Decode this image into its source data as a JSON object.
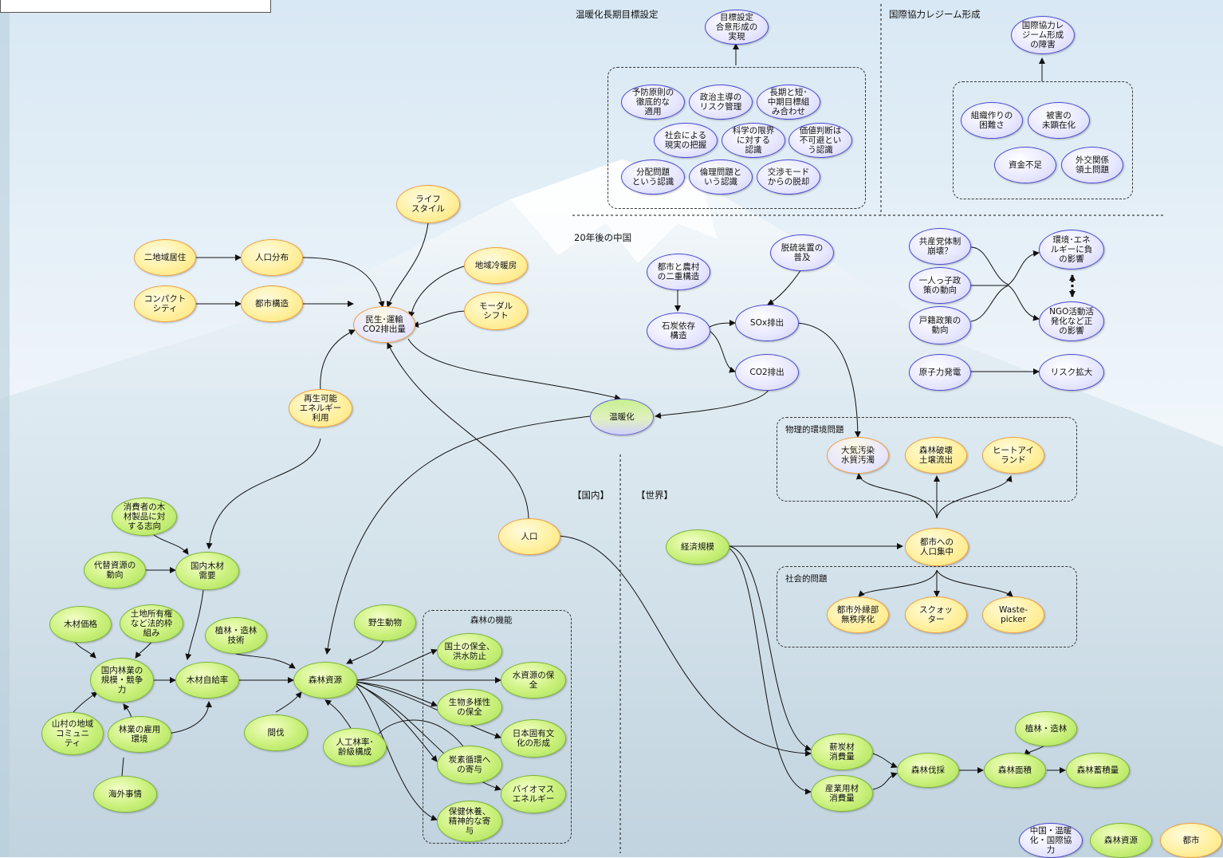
{
  "sections": {
    "global_warming_target": "温暖化長期目標設定",
    "intl_regime": "国際協力レジーム形成",
    "china_20y": "20年後の中国",
    "physical_problems": "物理的環境問題",
    "social_problems": "社会的問題",
    "forest_functions": "森林の機能",
    "domestic": "【国内】",
    "world": "【世界】"
  },
  "nodes": {
    "goal_consensus": "目標設定\n合意形成の\n実現",
    "precaution": "予防原則の\n徹底的な\n適用",
    "political_risk": "政治主導の\nリスク管理",
    "long_short": "長期と短･\n中期目標組\nみ合わせ",
    "society_grasp": "社会による\n現実の把握",
    "science_limit": "科学の限界\nに対する\n認識",
    "value_judgment": "価値判断は\n不可避とい\nう認識",
    "distribution": "分配問題\nという認識",
    "ethics": "倫理問題と\nいう認識",
    "negotiation": "交渉モード\nからの脱却",
    "regime_obstacle": "国際協力レ\nジーム形成\nの障害",
    "org_difficulty": "組織作りの\n困難さ",
    "damage_latent": "被害の\n未顕在化",
    "fund_shortage": "資金不足",
    "diplomacy": "外交関係\n領土問題",
    "lifestyle": "ライフ\nスタイル",
    "two_region": "二地域居住",
    "pop_distribution": "人口分布",
    "district_heating": "地域冷暖房",
    "compact_city": "コンパクト\nシティ",
    "urban_structure": "都市構造",
    "modal_shift": "モーダル\nシフト",
    "civil_co2": "民生･運輸\nCO2排出量",
    "renewable": "再生可能\nエネルギー\n利用",
    "warming": "温暖化",
    "population": "人口",
    "urban_rural": "都市と農村\nの二重構造",
    "desulfurization": "脱硫装置の\n普及",
    "coal_dependence": "石炭依存\n構造",
    "sox": "SOx排出",
    "co2": "CO2排出",
    "ccp": "共産党体制\n崩壊？",
    "one_child": "一人っ子政\n策の動向",
    "household_reg": "戸籍政策の\n動向",
    "nuclear": "原子力発電",
    "env_energy": "環境･エネ\nルギーに負\nの影響",
    "ngo": "NGO活動活\n発化など正\nの影響",
    "risk_expand": "リスク拡大",
    "air_water": "大気汚染\n水質汚濁",
    "forest_destruction": "森林破壊\n土壌流出",
    "heat_island": "ヒートアイ\nランド",
    "urban_concentration": "都市への\n人口集中",
    "economic_scale": "経済規模",
    "urban_fringe": "都市外縁部\n無秩序化",
    "squatter": "スクォッ\nター",
    "waste_picker": "Waste-\npicker",
    "consumer_pref": "消費者の木\n材製品に対\nする志向",
    "alt_resources": "代替資源の\n動向",
    "dom_timber_demand": "国内木材\n需要",
    "timber_price": "木材価格",
    "land_ownership": "土地所有権\nなど法的枠\n組み",
    "planting_tech": "植林・造林\n技術",
    "wildlife": "野生動物",
    "dom_forestry": "国内林業の\n規模・競争\n力",
    "self_sufficiency": "木材自給率",
    "forest_resources": "森林資源",
    "mountain_village": "山村の地域\nコミュニ\nティ",
    "forestry_employment": "林業の雇用\n環境",
    "thinning": "間伐",
    "artificial_forest": "人工林率･\n齢級構成",
    "overseas": "海外事情",
    "land_conservation": "国土の保全、\n洪水防止",
    "water_conservation": "水資源の保\n全",
    "biodiversity": "生物多様性\nの保全",
    "japanese_culture": "日本固有文\n化の形成",
    "carbon_cycle": "炭素循環へ\nの寄与",
    "biomass": "バイオマス\nエネルギー",
    "recreation": "保健休養、\n精神的な寄\n与",
    "fuelwood": "薪炭材\n消費量",
    "industrial_wood": "産業用材\n消費量",
    "logging": "森林伐採",
    "forest_area": "森林面積",
    "forest_stock": "森林蓄積量",
    "planting_w": "植林・造林"
  },
  "legend": {
    "china": "中国・温暖\n化・国際協\n力",
    "forest": "森林資源",
    "city": "都市"
  }
}
